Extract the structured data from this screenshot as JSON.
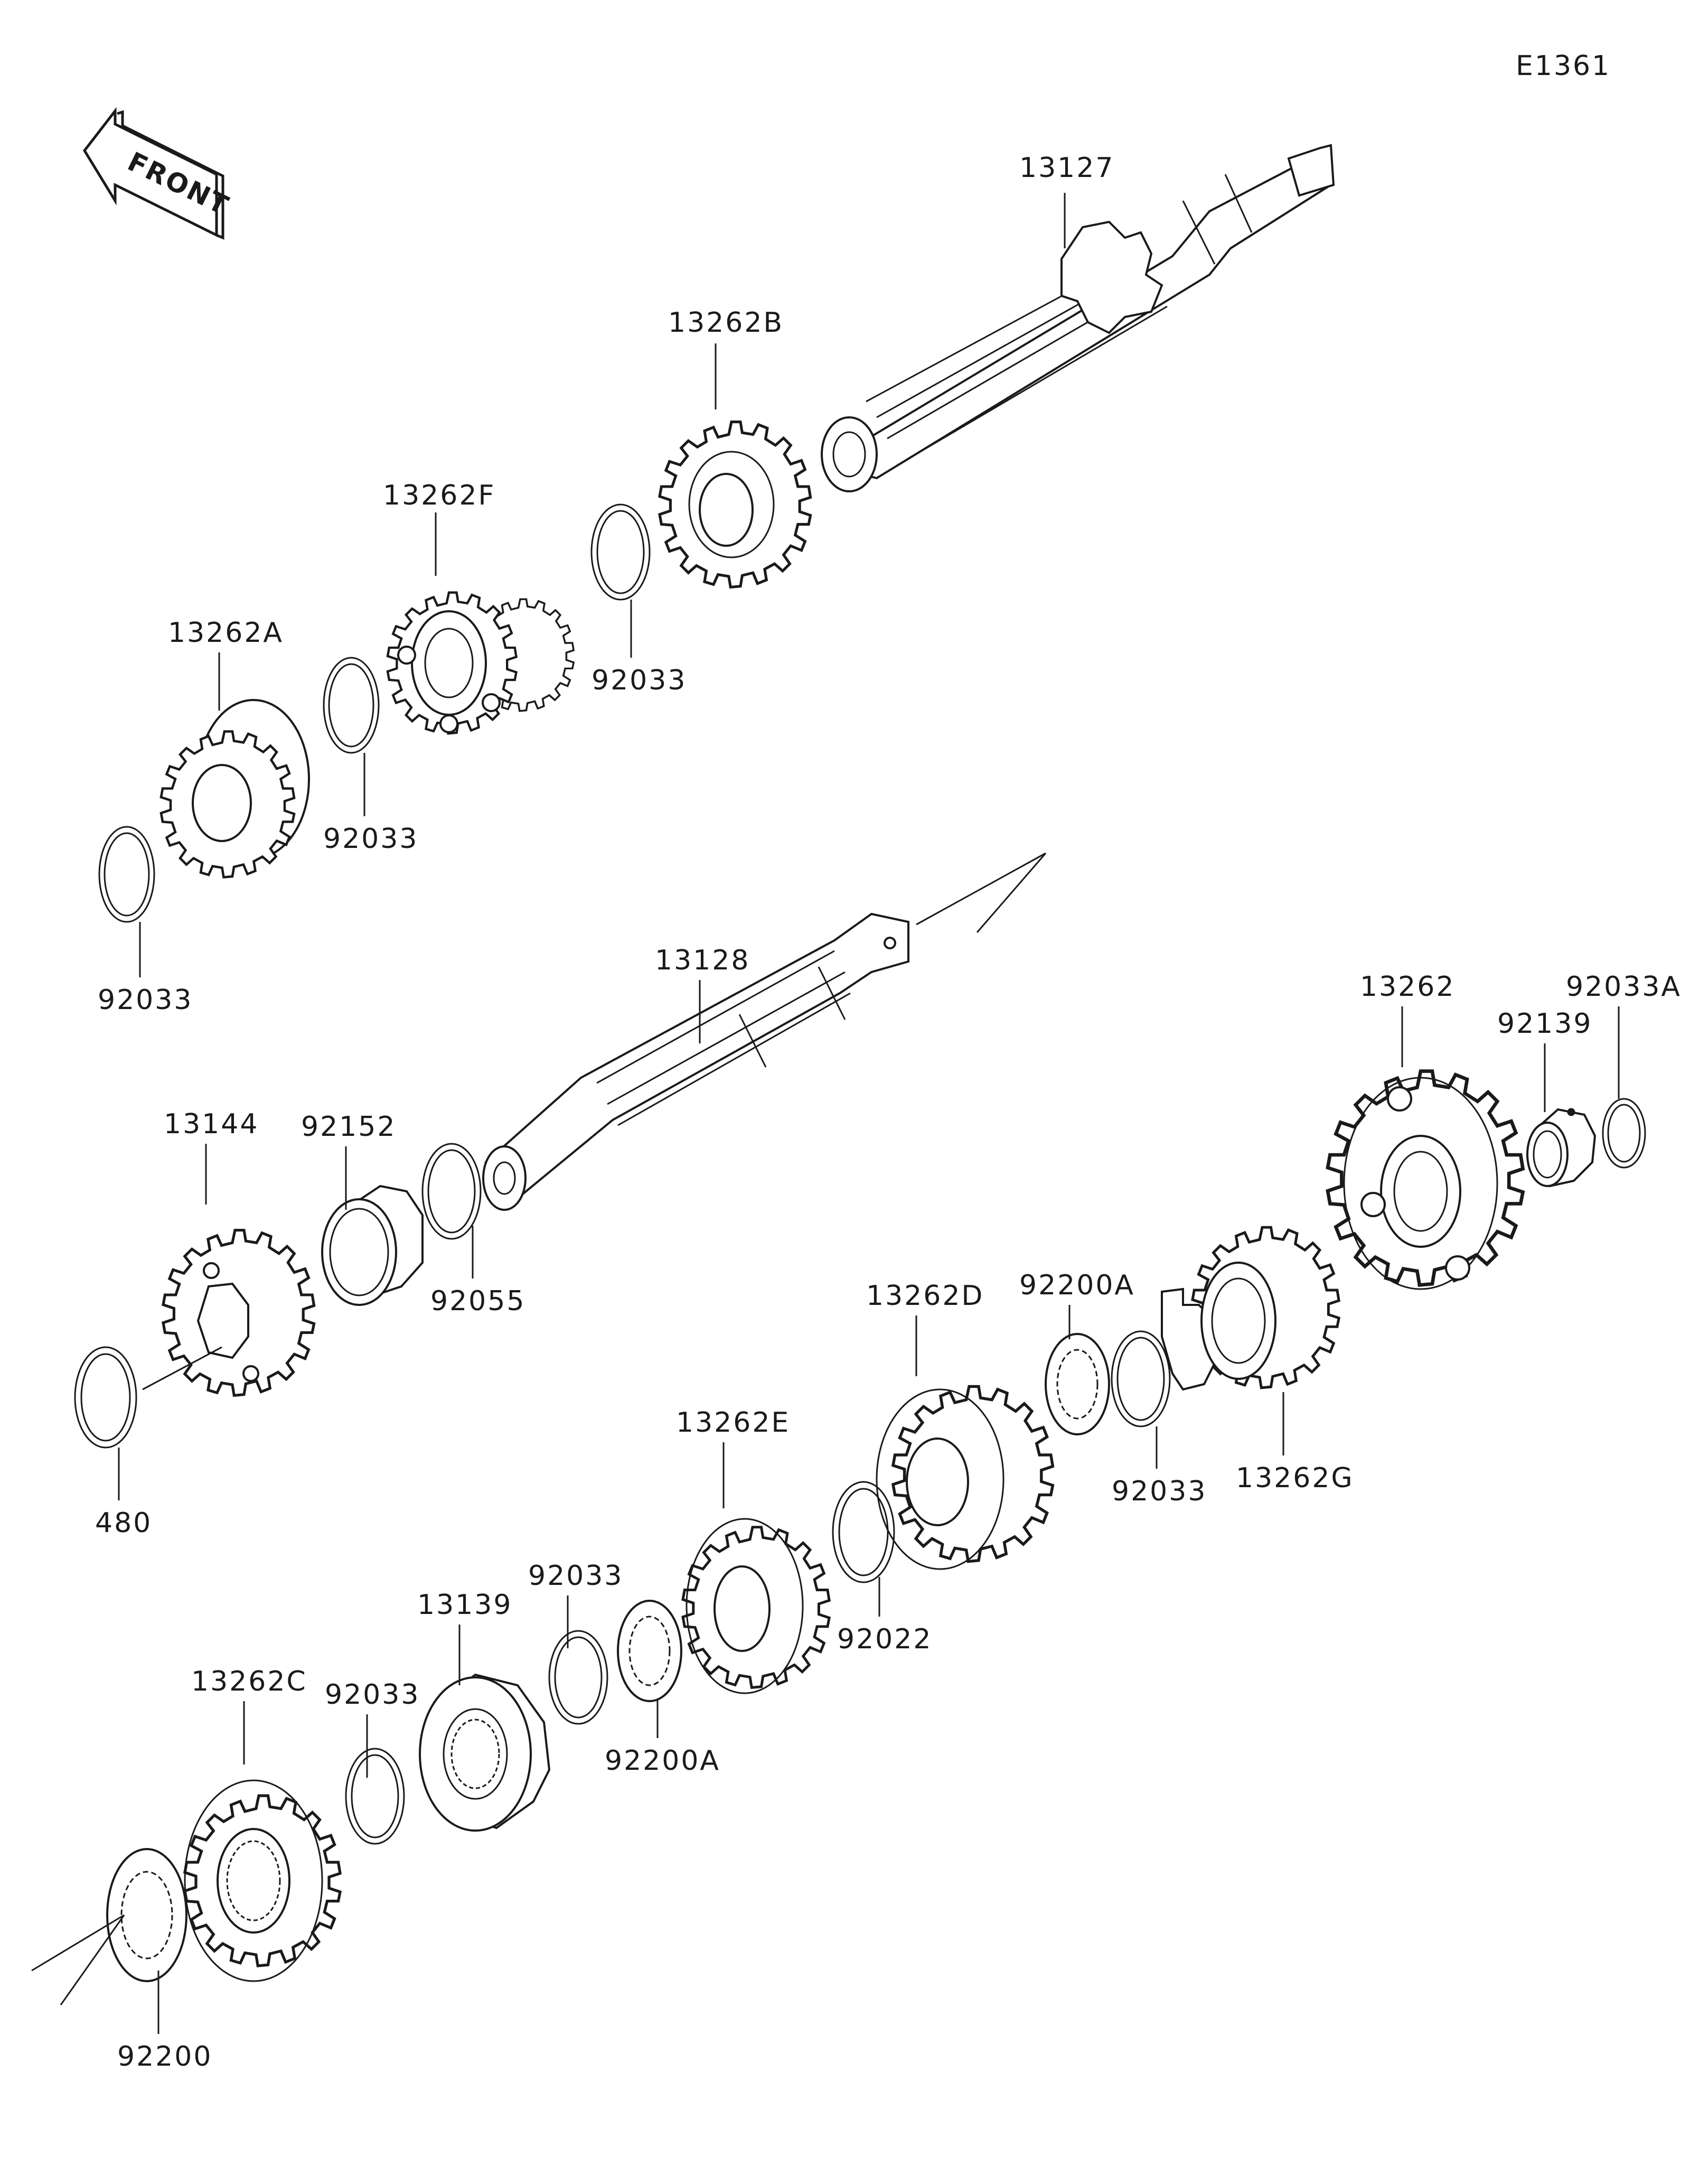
{
  "diagram_code": "E1361",
  "front_arrow": {
    "text": "FRONT",
    "icon": "front-arrow-icon"
  },
  "labels": {
    "p13127": "13127",
    "p13262B": "13262B",
    "p13262F": "13262F",
    "p92033_top": "92033",
    "p13262A": "13262A",
    "p92033_mid": "92033",
    "p92033_left": "92033",
    "p13128": "13128",
    "p13144": "13144",
    "p92152": "92152",
    "p92055": "92055",
    "p480": "480",
    "p13262": "13262",
    "p92139": "92139",
    "p92033A": "92033A",
    "p13262D": "13262D",
    "p92200A_r": "92200A",
    "p92033_r": "92033",
    "p13262G": "13262G",
    "p13262E": "13262E",
    "p92022": "92022",
    "p92033_low": "92033",
    "p13139": "13139",
    "p92200A_l": "92200A",
    "p13262C": "13262C",
    "p92033_lowl": "92033",
    "p92200": "92200"
  }
}
